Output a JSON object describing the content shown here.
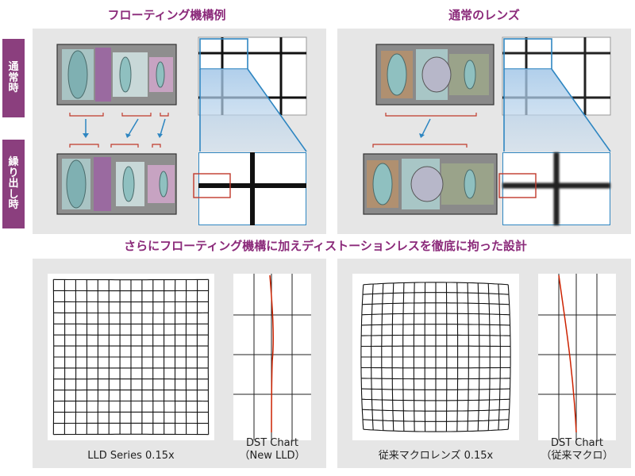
{
  "headings": {
    "floating_example": "フローティング機構例",
    "normal_lens": "通常のレンズ",
    "bottom_title": "さらにフローティング機構に加えディストーションレスを徹底に拘った設計"
  },
  "side_labels": {
    "normal_state": [
      "通",
      "常",
      "時"
    ],
    "extended_state": [
      "繰",
      "り",
      "出",
      "し",
      "時"
    ]
  },
  "captions": {
    "lld_grid": "LLD Series 0.15x",
    "lld_dst_line1": "DST Chart",
    "lld_dst_line2": "（New LLD）",
    "conv_grid": "従来マクロレンズ 0.15x",
    "conv_dst_line1": "DST Chart",
    "conv_dst_line2": "（従来マクロ）"
  },
  "colors": {
    "heading": "#8b2a7a",
    "side_label_bg": "#8b3f7e",
    "panel_bg": "#e6e6e6",
    "accent_blue": "#2e86c1",
    "highlight_red": "#c0392b",
    "curve_red": "#cc2200"
  }
}
